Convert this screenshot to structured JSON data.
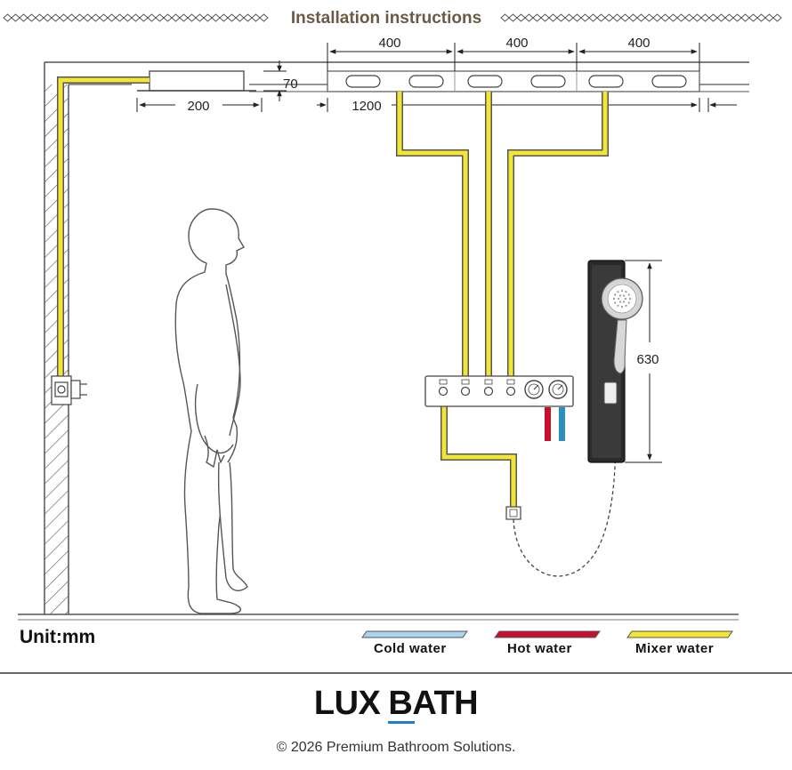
{
  "header": {
    "title": "Installation instructions"
  },
  "dimensions": {
    "spacing_1": "400",
    "spacing_2": "400",
    "spacing_3": "400",
    "ceiling_depth": "70",
    "ceiling_length": "200",
    "panel_length": "1200",
    "panel_height": "630"
  },
  "units": {
    "label": "Unit:mm"
  },
  "legend": {
    "cold": {
      "label": "Cold water",
      "color": "#a9d4ee"
    },
    "hot": {
      "label": "Hot water",
      "color": "#c8102e"
    },
    "mixer": {
      "label": "Mixer water",
      "color": "#f2e534"
    }
  },
  "footer": {
    "brand_first": "LUX",
    "brand_second": "BATH",
    "copyright": "© 2026 Premium Bathroom Solutions."
  }
}
